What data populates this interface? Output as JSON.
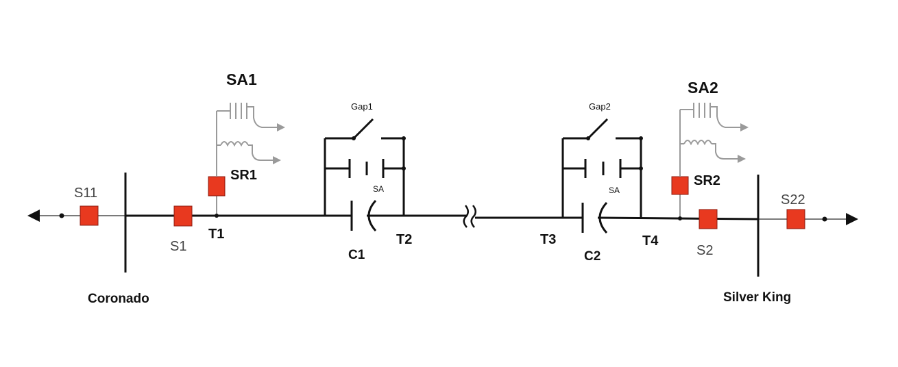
{
  "colors": {
    "line": "#111111",
    "accessory": "#9a9a9a",
    "breaker": "#e8391f",
    "breaker_border": "#8a1c10",
    "feeder": "#7a7a7a"
  },
  "buses": {
    "left": "Coronado",
    "right": "Silver King"
  },
  "breakers": {
    "s11": "S11",
    "s1": "S1",
    "s2": "S2",
    "s22": "S22",
    "sr1_switch": "",
    "sr2_switch": ""
  },
  "terminals": {
    "t1": "T1",
    "t2": "T2",
    "t3": "T3",
    "t4": "T4"
  },
  "capacitors": {
    "c1": "C1",
    "c2": "C2"
  },
  "gaps": {
    "gap1": "Gap1",
    "gap2": "Gap2"
  },
  "arresters": {
    "sa_inner_1": "SA",
    "sa_inner_2": "SA",
    "sa1": "SA1",
    "sa2": "SA2"
  },
  "reactors": {
    "sr1": "SR1",
    "sr2": "SR2"
  }
}
